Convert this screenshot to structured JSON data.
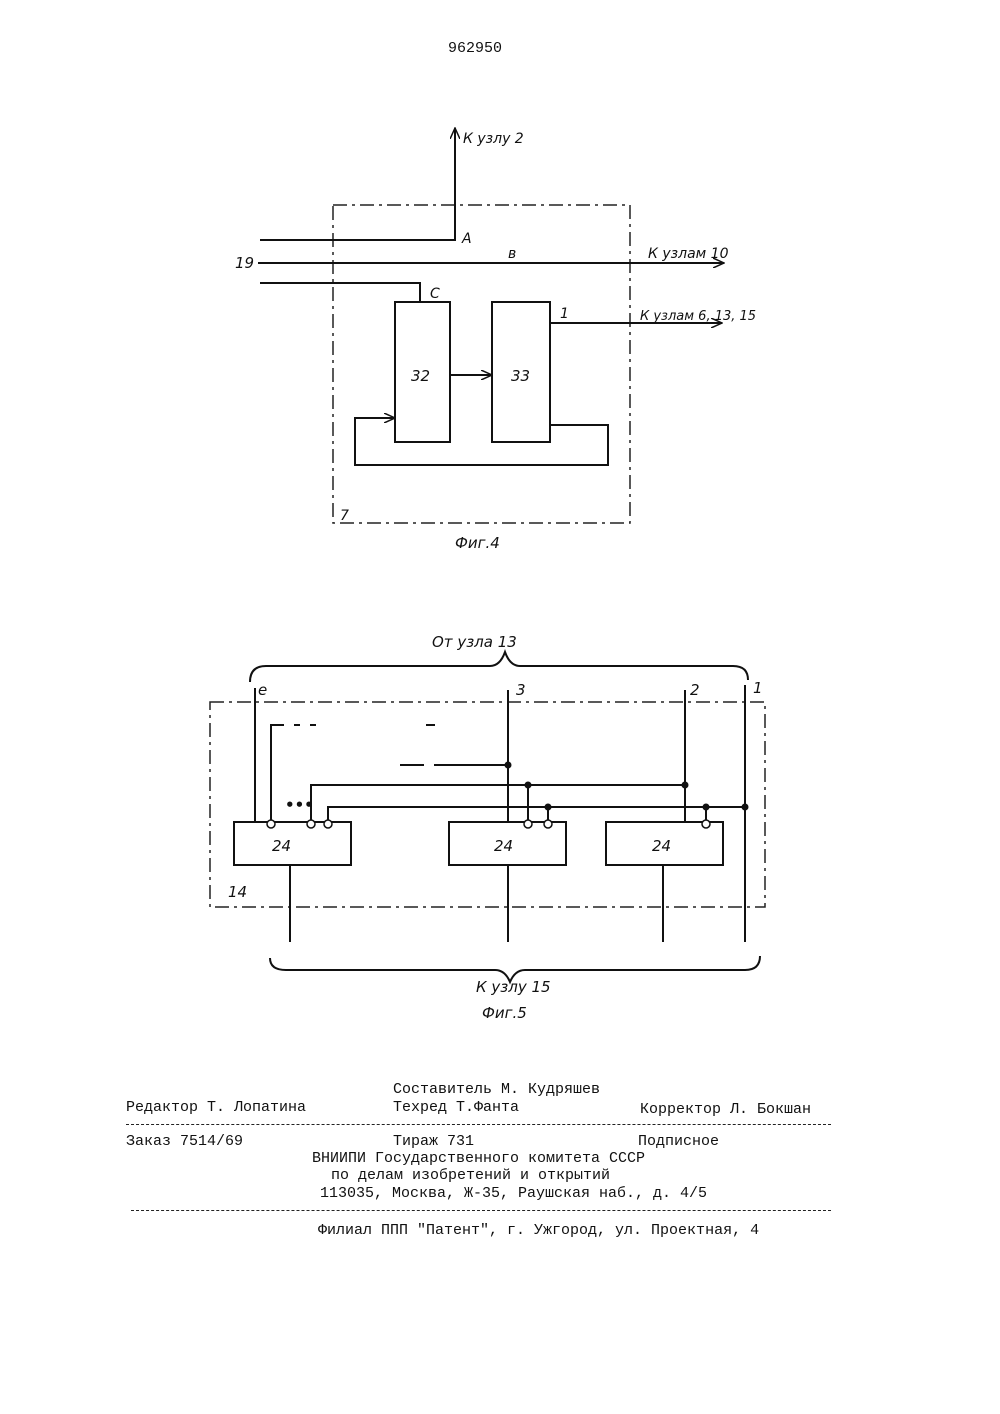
{
  "patent_number": "962950",
  "fig4": {
    "caption": "Фиг.4",
    "block_label": "7",
    "box32": "32",
    "box33": "33",
    "input_label": "19",
    "out_node2": "К узлу 2",
    "out_nodes10": "К узлам 10",
    "out_nodes_6_13_15": "К узлам 6, 13, 15",
    "line_A": "A",
    "line_B": "в",
    "line_C": "C",
    "line_1": "1"
  },
  "fig5": {
    "caption": "Фиг.5",
    "from_node": "От узла 13",
    "to_node": "К узлу 15",
    "block_label": "14",
    "box_label": "24",
    "line_e": "e",
    "line_3": "3",
    "line_2": "2",
    "line_1": "1",
    "ellipsis": "•••"
  },
  "footer": {
    "editor": "Редактор Т. Лопатина",
    "compiler": "Составитель М. Кудряшев",
    "techred": "Техред Т.Фанта",
    "corrector": "Корректор Л. Бокшан",
    "order": "Заказ 7514/69",
    "circulation": "Тираж 731",
    "subscription": "Подписное",
    "org_line1": "ВНИИПИ Государственного комитета СССР",
    "org_line2": "по делам изобретений и открытий",
    "address": "113035, Москва, Ж-35, Раушская наб., д. 4/5",
    "branch": "Филиал ППП \"Патент\", г. Ужгород, ул. Проектная, 4"
  }
}
